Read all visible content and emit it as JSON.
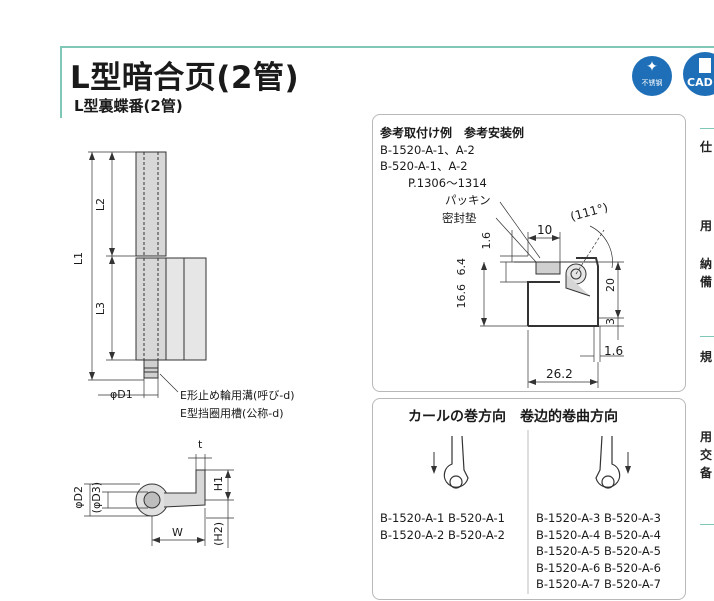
{
  "header": {
    "title_main": "L型暗合页(2管)",
    "title_sub": "L型裏蝶番(2管)",
    "badge_stainless": "不锈钢",
    "badge_cad": "CAD"
  },
  "hinge_drawing": {
    "l1": "L1",
    "l2": "L2",
    "l3": "L3",
    "d1": "φD1",
    "groove_jp": "E形止め輪用溝(呼び-d)",
    "groove_cn": "E型挡圈用槽(公称-d)",
    "t": "t",
    "d2": "φD2",
    "d3": "(φD3)",
    "h1": "H1",
    "h2": "(H2)",
    "w": "W"
  },
  "reference": {
    "heading": "参考取付け例　参考安装例",
    "models_1": "B-1520-A-1、A-2",
    "models_2": "B-520-A-1、A-2",
    "pages": "P.1306～1314",
    "packing_jp": "パッキン",
    "packing_cn": "密封垫",
    "dim_10": "10",
    "dim_angle": "(111°)",
    "dim_1_6a": "1.6",
    "dim_6_4": "6.4",
    "dim_16_6": "16.6",
    "dim_20": "20",
    "dim_3": "3",
    "dim_1_6b": "1.6",
    "dim_26_2": "26.2"
  },
  "curl": {
    "heading": "カールの巻方向　卷边的卷曲方向",
    "left_models": [
      "B-1520-A-1 B-520-A-1",
      "B-1520-A-2 B-520-A-2"
    ],
    "right_models": [
      "B-1520-A-3 B-520-A-3",
      "B-1520-A-4 B-520-A-4",
      "B-1520-A-5 B-520-A-5",
      "B-1520-A-6 B-520-A-6",
      "B-1520-A-7 B-520-A-7"
    ]
  },
  "side_labels": [
    "仕",
    "用",
    "納",
    "備",
    "規",
    "用",
    "交",
    "备"
  ],
  "colors": {
    "accent": "#7fc8b8",
    "badge": "#1e6fb8"
  }
}
